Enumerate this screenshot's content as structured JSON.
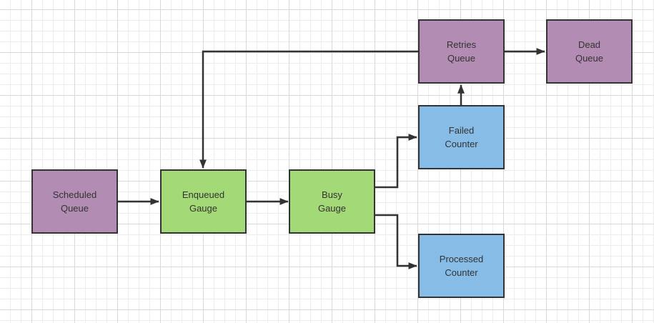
{
  "diagram": {
    "title": "queue worker pipeline flowchart",
    "nodes": [
      {
        "id": "scheduled-queue",
        "label": "Scheduled\nQueue",
        "fill": "#b28cb2"
      },
      {
        "id": "enqueued-gauge",
        "label": "Enqueued\nGauge",
        "fill": "#a3d977"
      },
      {
        "id": "busy-gauge",
        "label": "Busy\nGauge",
        "fill": "#a3d977"
      },
      {
        "id": "failed-counter",
        "label": "Failed\nCounter",
        "fill": "#87bce6"
      },
      {
        "id": "processed-counter",
        "label": "Processed\nCounter",
        "fill": "#87bce6"
      },
      {
        "id": "retries-queue",
        "label": "Retries\nQueue",
        "fill": "#b28cb2"
      },
      {
        "id": "dead-queue",
        "label": "Dead\nQueue",
        "fill": "#b28cb2"
      }
    ],
    "connectors": [
      {
        "from": "scheduled-queue",
        "to": "enqueued-gauge"
      },
      {
        "from": "enqueued-gauge",
        "to": "busy-gauge"
      },
      {
        "from": "busy-gauge",
        "to": "failed-counter"
      },
      {
        "from": "busy-gauge",
        "to": "processed-counter"
      },
      {
        "from": "failed-counter",
        "to": "retries-queue"
      },
      {
        "from": "retries-queue",
        "to": "dead-queue"
      },
      {
        "from": "retries-queue",
        "to": "enqueued-gauge"
      }
    ],
    "colors": {
      "queue_purple": "#b28cb2",
      "gauge_green": "#a3d977",
      "counter_blue": "#87bce6",
      "stroke": "#333333",
      "text": "#333333",
      "canvas": "#ffffff",
      "grid_minor": "#ededed",
      "grid_major": "#d8d8d8"
    }
  }
}
